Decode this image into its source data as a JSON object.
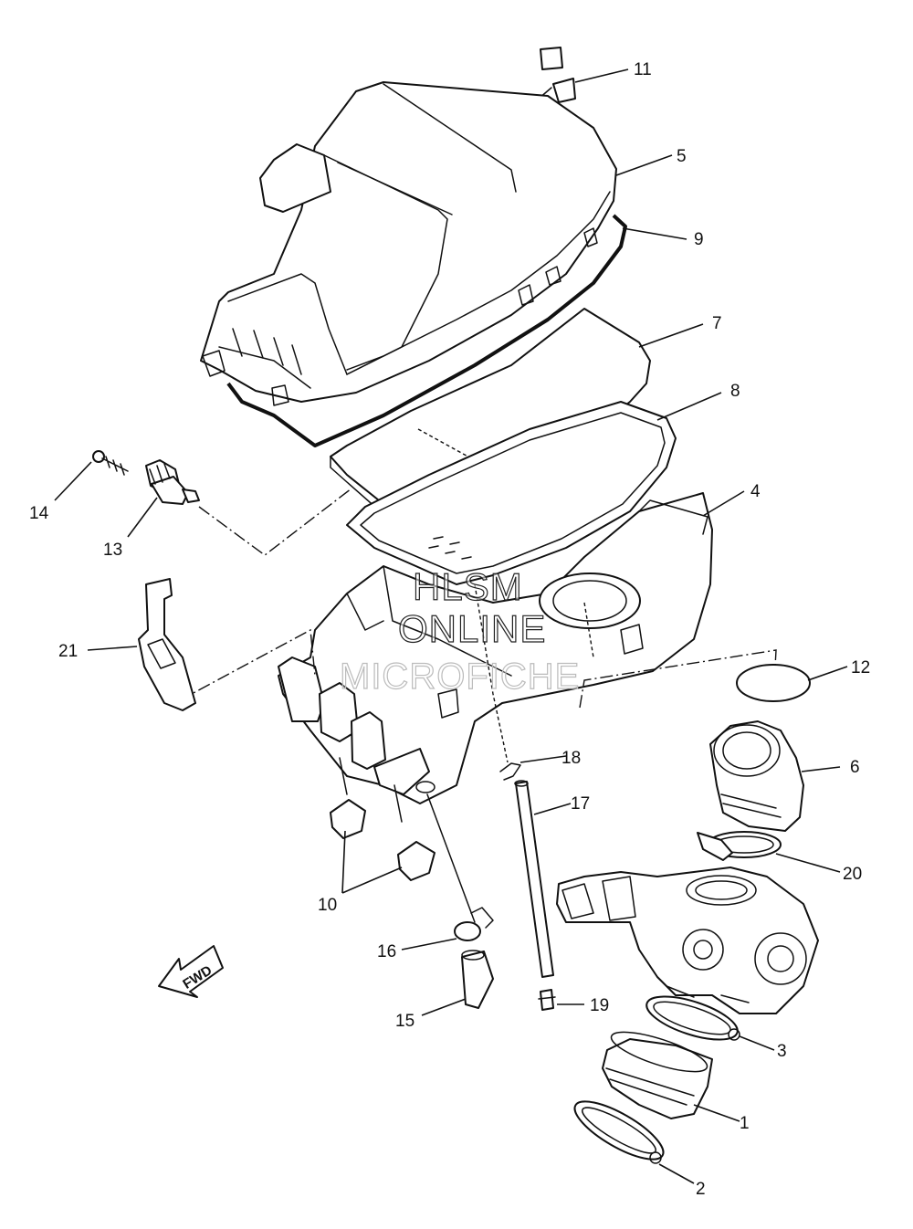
{
  "callouts": [
    "1",
    "2",
    "3",
    "4",
    "5",
    "6",
    "7",
    "8",
    "9",
    "10",
    "11",
    "12",
    "13",
    "14",
    "15",
    "16",
    "17",
    "18",
    "19",
    "20",
    "21"
  ],
  "watermark": {
    "line1": "HLSM",
    "line2": "ONLINE",
    "line3": "MICROFICHE"
  },
  "direction_arrow": "FWD"
}
